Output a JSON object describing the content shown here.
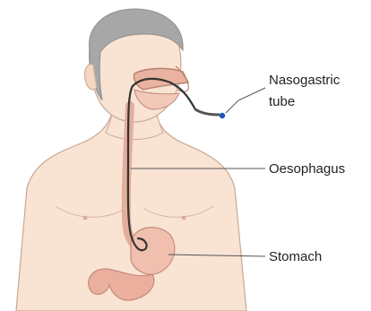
{
  "labels": {
    "tube_line1": "Nasogastric",
    "tube_line2": "tube",
    "oesophagus": "Oesophagus",
    "stomach": "Stomach"
  },
  "colors": {
    "skin": "#f9e3d3",
    "skin_outline": "#c9a894",
    "hair": "#a7a7a7",
    "stomach": "#f0bfae",
    "intestine": "#ebb09d",
    "tube": "#333333",
    "tube_tip": "#1d58b8",
    "leader": "#555555"
  }
}
